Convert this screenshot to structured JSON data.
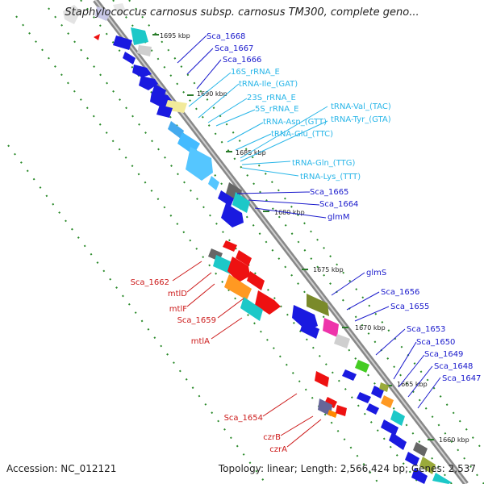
{
  "title": "Staphylococcus carnosus subsp. carnosus TM300, complete geno...",
  "footer": {
    "accession": "Accession: NC_012121",
    "topology": "Topology: linear; Length: 2,566,424 bp; Genes: 2,537"
  },
  "ticks": [
    "1695 kbp",
    "1690 kbp",
    "1685 kbp",
    "1680 kbp",
    "1675 kbp",
    "1670 kbp",
    "1665 kbp",
    "1660 kbp"
  ],
  "colors": {
    "plus_strand_label": "#1a1acc",
    "minus_strand_label": "#cc1a1a",
    "rna_label": "#29b6e8",
    "backbone": "#909090",
    "dots": "#2a8a2a"
  },
  "labels": {
    "top_right": [
      "Sca_1668",
      "Sca_1667",
      "Sca_1666"
    ],
    "rna": [
      "16S_rRNA_E",
      "tRNA-Ile_(GAT)",
      "23S_rRNA_E",
      "5S_rRNA_E",
      "tRNA-Asn_(GTT)",
      "tRNA-Glu_(TTC)",
      "tRNA-Val_(TAC)",
      "tRNA-Tyr_(GTA)",
      "tRNA-Gln_(TTG)",
      "tRNA-Lys_(TTT)"
    ],
    "mid_right": [
      "Sca_1665",
      "Sca_1664",
      "glmM"
    ],
    "left": [
      "Sca_1662",
      "mtlD",
      "mtlF",
      "Sca_1659",
      "mtlA",
      "Sca_1654",
      "czrB",
      "czrA"
    ],
    "lower_right": [
      "glmS",
      "Sca_1656",
      "Sca_1655",
      "Sca_1653",
      "Sca_1650",
      "Sca_1649",
      "Sca_1648",
      "Sca_1647"
    ]
  }
}
